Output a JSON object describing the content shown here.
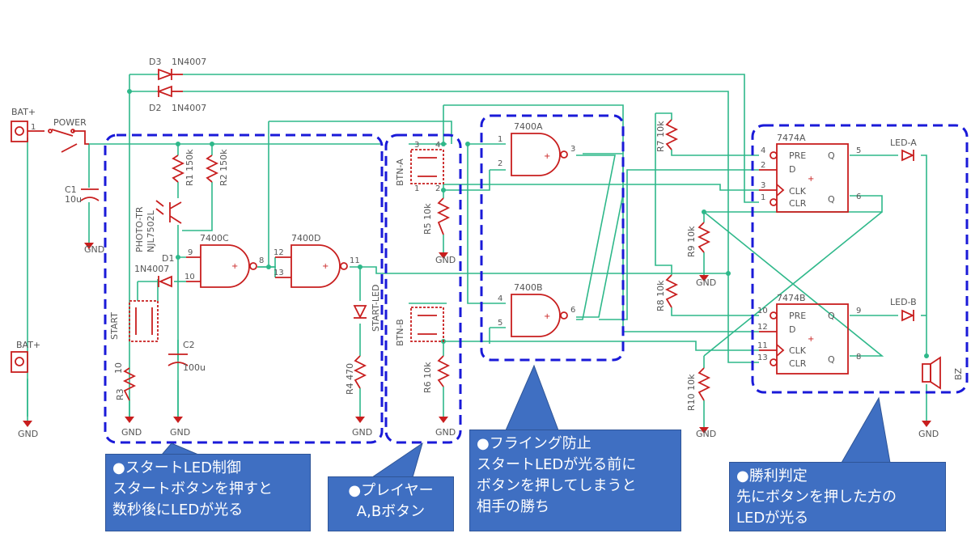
{
  "labels": {
    "bat1": "BAT+",
    "bat2": "BAT+",
    "pin1": "1",
    "power": "POWER",
    "c1": "C1",
    "c1v": "10u",
    "gnd": "GND",
    "d3": "D3",
    "d3v": "1N4007",
    "d2": "D2",
    "d2v": "1N4007",
    "d1": "D1",
    "d1v": "1N4007",
    "phototr": "PHOTO-TR",
    "phototrv": "NJL7502L",
    "r1": "R1 150k",
    "r2": "R2 150k",
    "u7400c": "7400C",
    "u7400d": "7400D",
    "u7400a": "7400A",
    "u7400b": "7400B",
    "u7474a": "7474A",
    "u7474b": "7474B",
    "start": "START",
    "r3": "R3",
    "r3v": "10",
    "c2": "C2",
    "c2v": "100u",
    "r4": "R4 470",
    "startled": "START-LED",
    "btna": "BTN-A",
    "btnb": "BTN-B",
    "r5": "R5 10k",
    "r6": "R6 10k",
    "r7": "R7 10k",
    "r8": "R8 10k",
    "r9": "R9 10k",
    "r10": "R10 10k",
    "leda": "LED-A",
    "ledb": "LED-B",
    "bz": "BZ",
    "pre": "PRE",
    "d": "D",
    "clk": "CLK",
    "clr": "CLR",
    "q": "Q",
    "qbar": "Q"
  },
  "callouts": {
    "start": {
      "line1": "●スタートLED制御",
      "line2": "スタートボタンを押すと",
      "line3": "数秒後にLEDが光る"
    },
    "player": {
      "line1": "●プレイヤー",
      "line2": "A,Bボタン"
    },
    "flying": {
      "line1": "●フライング防止",
      "line2": "スタートLEDが光る前に",
      "line3": "ボタンを押してしまうと",
      "line4": "相手の勝ち"
    },
    "judge": {
      "line1": "●勝利判定",
      "line2": "先にボタンを押した方の",
      "line3": "LEDが光る"
    }
  },
  "colors": {
    "wire": "#2eb88a",
    "component": "#c81e1e",
    "group_border": "#1a1ad8",
    "callout": "#3f6fc2"
  }
}
